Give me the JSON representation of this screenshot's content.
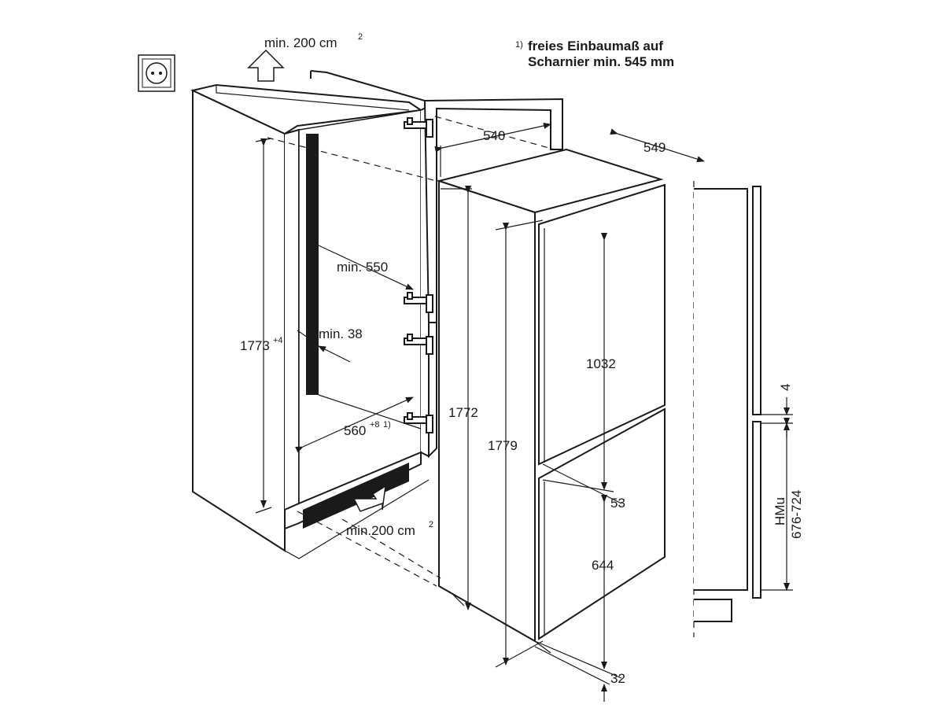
{
  "notes": {
    "footnote_marker": "1)",
    "footnote_line1": "freies Einbaumaß auf",
    "footnote_line2": "Scharnier min. 545 mm"
  },
  "ventilation": {
    "top": "min. 200 cm",
    "top_sup": "2",
    "bottom": "min.200 cm",
    "bottom_sup": "2"
  },
  "niche": {
    "height": "1773",
    "height_sup": "+4",
    "depth_min": "min. 550",
    "gap_min": "min. 38",
    "width": "560",
    "width_sup": "+8",
    "width_note": "1)"
  },
  "appliance": {
    "depth_top": "540",
    "width": "549",
    "body_height": "1772",
    "total_height": "1779",
    "upper_door": "1032",
    "door_gap": "53",
    "lower_door": "644",
    "bottom_offset": "32"
  },
  "side_view": {
    "gap": "4",
    "hmu_label": "HMu",
    "hmu_range": "676-724"
  },
  "icons": [
    "power-outlet-icon",
    "airflow-up-arrow-icon",
    "airflow-in-arrow-icon"
  ]
}
